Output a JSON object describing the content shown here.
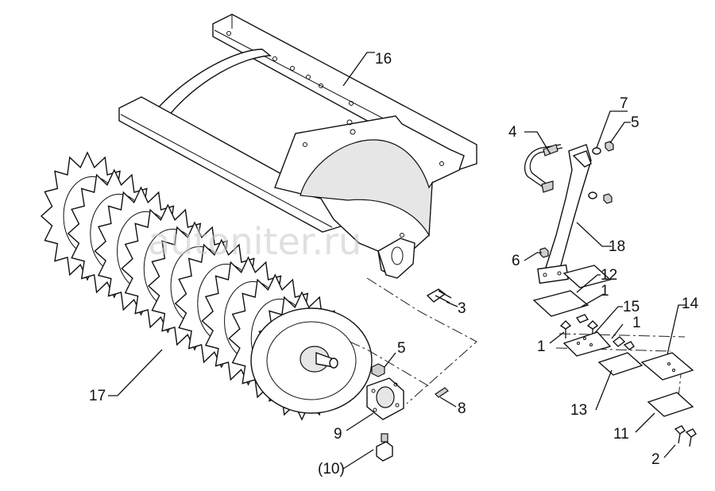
{
  "watermark": "autoniter.ru",
  "callouts": [
    {
      "id": "c16",
      "text": "16"
    },
    {
      "id": "c4",
      "text": "4"
    },
    {
      "id": "c7",
      "text": "7"
    },
    {
      "id": "c5a",
      "text": "5"
    },
    {
      "id": "c18",
      "text": "18"
    },
    {
      "id": "c6",
      "text": "6"
    },
    {
      "id": "c12",
      "text": "12"
    },
    {
      "id": "c1a",
      "text": "1"
    },
    {
      "id": "c15",
      "text": "15"
    },
    {
      "id": "c14",
      "text": "14"
    },
    {
      "id": "c1b",
      "text": "1"
    },
    {
      "id": "c1c",
      "text": "1"
    },
    {
      "id": "c3",
      "text": "3"
    },
    {
      "id": "c5b",
      "text": "5"
    },
    {
      "id": "c17",
      "text": "17"
    },
    {
      "id": "c8",
      "text": "8"
    },
    {
      "id": "c9",
      "text": "9"
    },
    {
      "id": "c13",
      "text": "13"
    },
    {
      "id": "c11",
      "text": "11"
    },
    {
      "id": "c10",
      "text": "(10)"
    },
    {
      "id": "c2",
      "text": "2"
    }
  ]
}
